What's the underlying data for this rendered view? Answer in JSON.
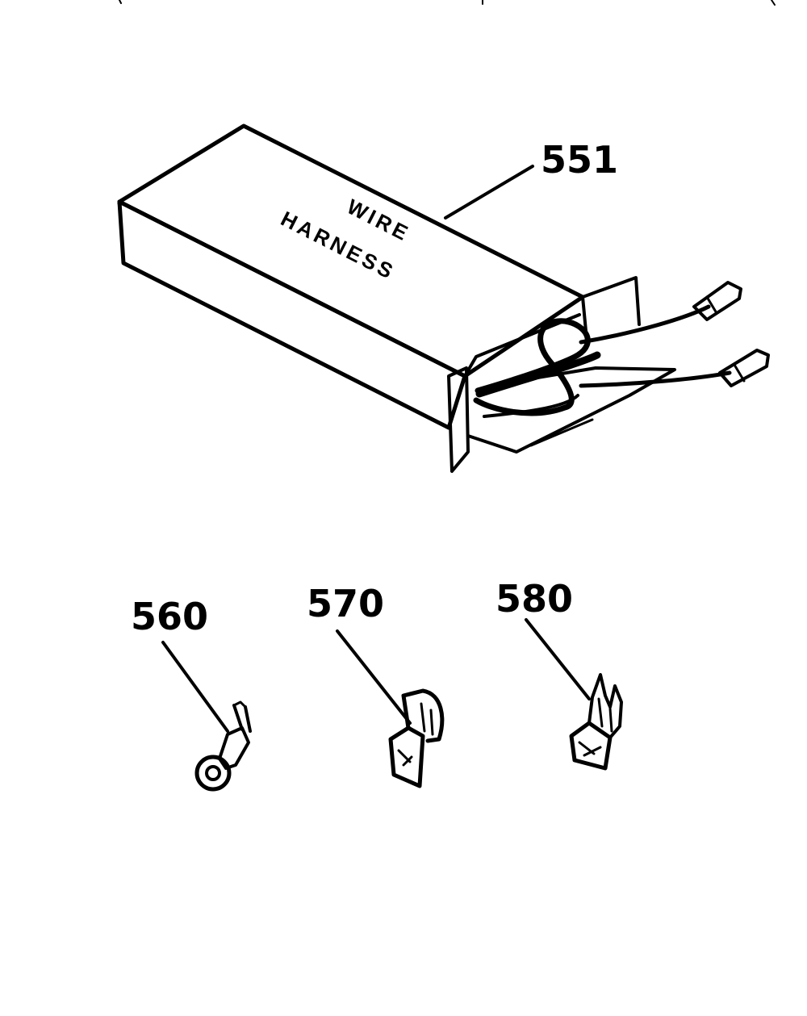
{
  "box": {
    "text_line1": "WIRE",
    "text_line2": "HARNESS"
  },
  "callouts": {
    "harness": "551",
    "ring_terminal": "560",
    "flag_terminal": "570",
    "spade_terminal": "580"
  },
  "colors": {
    "ink": "#000000",
    "background": "#ffffff"
  }
}
